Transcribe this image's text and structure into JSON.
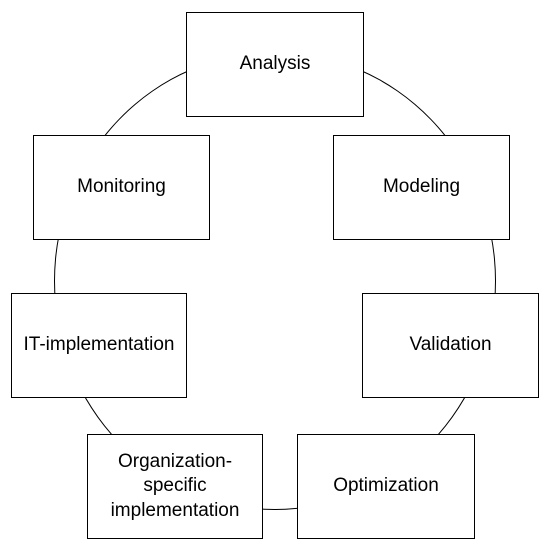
{
  "diagram": {
    "type": "cycle",
    "steps": [
      {
        "id": "analysis",
        "label": "Analysis"
      },
      {
        "id": "modeling",
        "label": "Modeling"
      },
      {
        "id": "validation",
        "label": "Validation"
      },
      {
        "id": "optimization",
        "label": "Optimization"
      },
      {
        "id": "organization-specific-implementation",
        "label": "Organization-\nspecific\nimplementation"
      },
      {
        "id": "it-implementation",
        "label": "IT-implementation"
      },
      {
        "id": "monitoring",
        "label": "Monitoring"
      }
    ],
    "colors": {
      "stroke": "#000000",
      "box_fill": "#ffffff",
      "text": "#000000",
      "background": "#ffffff"
    }
  }
}
